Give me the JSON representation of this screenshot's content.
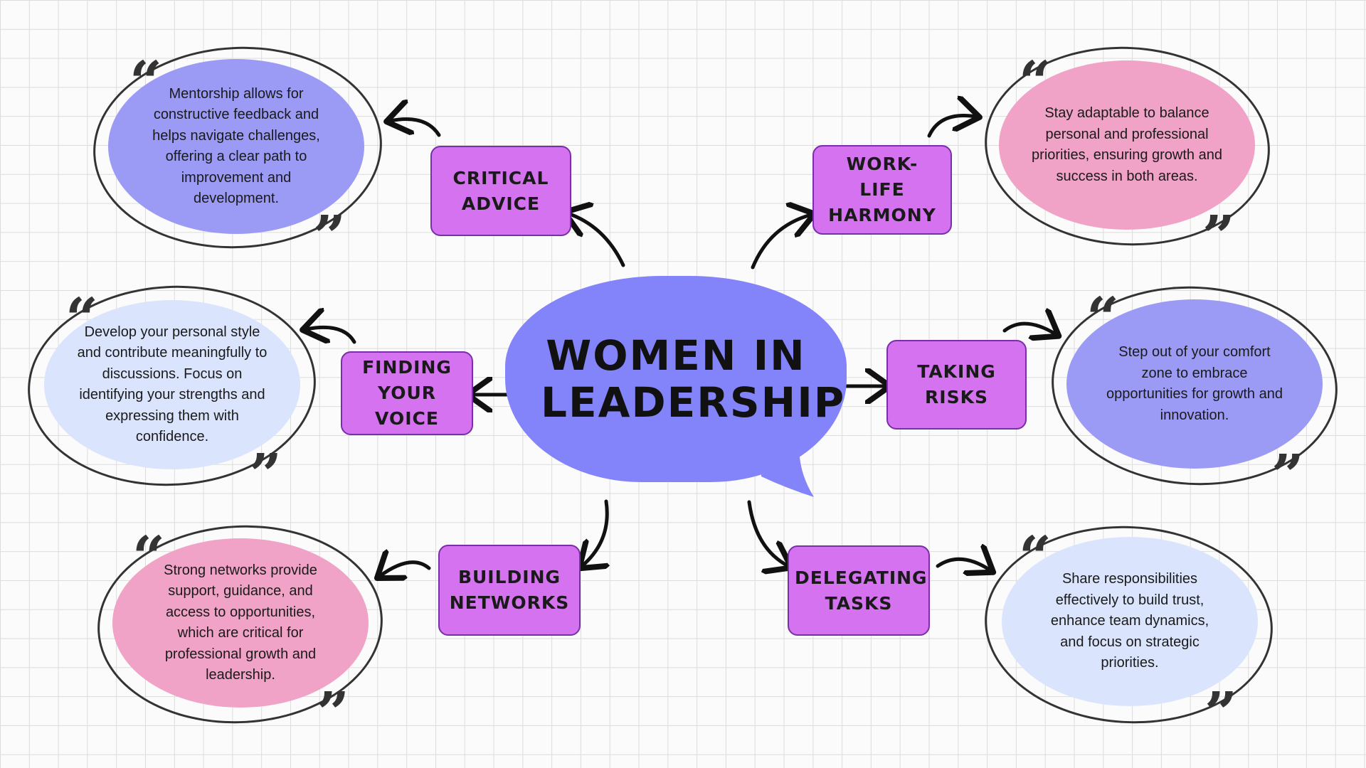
{
  "title": "WOMEN IN LEADERSHIP",
  "colors": {
    "center": "#8484fa",
    "topic_fill": "#d472f0",
    "topic_border": "#7a2ea8",
    "lavender": "#9b9bf6",
    "pink": "#f0a3c6",
    "light_blue": "#dae4fc",
    "ink": "#111111"
  },
  "quote_marks": {
    "open": "“",
    "close": "”"
  },
  "topics": {
    "critical_advice": "CRITICAL ADVICE",
    "work_life": "WORK-LIFE HARMONY",
    "finding_voice": "FINDING YOUR VOICE",
    "taking_risks": "TAKING RISKS",
    "building_networks": "BUILDING NETWORKS",
    "delegating_tasks": "DELEGATING TASKS"
  },
  "quotes": {
    "critical_advice": "Mentorship allows for constructive feedback and helps navigate challenges, offering a clear path to improvement and development.",
    "work_life": "Stay adaptable to balance personal and professional priorities, ensuring growth and success in both areas.",
    "finding_voice": "Develop your personal style and contribute meaningfully to discussions. Focus on identifying your strengths and expressing them with confidence.",
    "taking_risks": "Step out of your comfort zone to embrace opportunities for growth and innovation.",
    "building_networks": "Strong networks provide support, guidance, and access to opportunities, which are critical for professional growth and leadership.",
    "delegating_tasks": "Share responsibilities effectively to build trust, enhance team dynamics, and focus on strategic priorities."
  }
}
